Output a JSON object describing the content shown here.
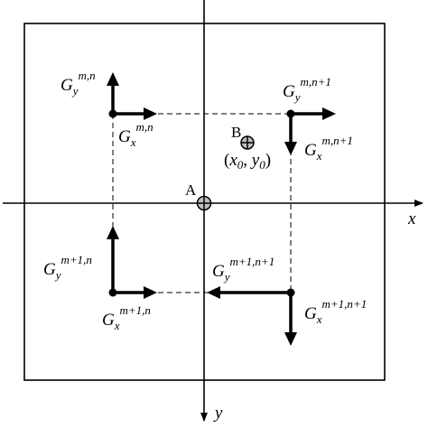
{
  "axes": {
    "x_label": "x",
    "y_label": "y"
  },
  "points": {
    "A_label": "A",
    "B_label": "B",
    "B_coord_open": "(",
    "B_coord_x": "x",
    "B_coord_x_sub": "0",
    "B_coord_sep": ", ",
    "B_coord_y": "y",
    "B_coord_y_sub": "0",
    "B_coord_close": ")"
  },
  "nodes": {
    "top_left": {
      "gy_base": "G",
      "gy_sub": "y",
      "gy_sup": "m,n",
      "gx_base": "G",
      "gx_sub": "x",
      "gx_sup": "m,n"
    },
    "top_right": {
      "gy_base": "G",
      "gy_sub": "y",
      "gy_sup": "m,n+1",
      "gx_base": "G",
      "gx_sub": "x",
      "gx_sup": "m,n+1"
    },
    "bottom_left": {
      "gy_base": "G",
      "gy_sub": "y",
      "gy_sup": "m+1,n",
      "gx_base": "G",
      "gx_sub": "x",
      "gx_sup": "m+1,n"
    },
    "bottom_right": {
      "gy_base": "G",
      "gy_sub": "y",
      "gy_sup": "m+1,n+1",
      "gx_base": "G",
      "gx_sub": "x",
      "gx_sup": "m+1,n+1"
    }
  }
}
